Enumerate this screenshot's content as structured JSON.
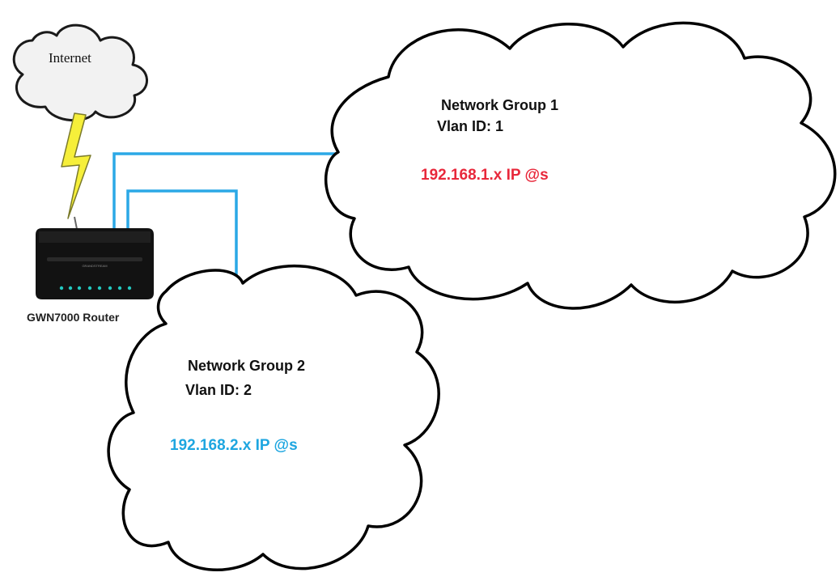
{
  "internet": {
    "label": "Internet"
  },
  "router": {
    "label": "GWN7000 Router",
    "brand_text": "GRANDSTREAM"
  },
  "network_group_1": {
    "title": "Network Group 1",
    "vlan": "Vlan ID: 1",
    "ip_range": "192.168.1.x IP @s",
    "ip_color": "#e8283b"
  },
  "network_group_2": {
    "title": "Network Group 2",
    "vlan": "Vlan ID: 2",
    "ip_range": "192.168.2.x IP @s",
    "ip_color": "#1ea6e0"
  },
  "colors": {
    "link_line": "#2ba8e6",
    "lightning_fill": "#f6ef3a",
    "cloud_stroke": "#000000",
    "router_body": "#111111"
  }
}
